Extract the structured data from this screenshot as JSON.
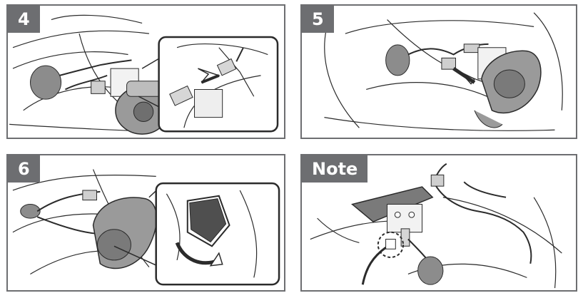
{
  "panels": [
    {
      "step": "4"
    },
    {
      "step": "5"
    },
    {
      "step": "6"
    },
    {
      "step": "Note"
    }
  ],
  "colors": {
    "frame": "#6d6e71",
    "badge_bg": "#6d6e71",
    "badge_text": "#ffffff",
    "line_art": "#2b2b2b",
    "device_gray": "#9a9a9a",
    "speaker_gray": "#8c8c8c"
  },
  "icons": [
    "helmet-line-art",
    "speaker-pad-icon",
    "connector-icon",
    "arrow-icon",
    "headset-unit-icon",
    "clamp-icon",
    "boom-mic-icon"
  ]
}
